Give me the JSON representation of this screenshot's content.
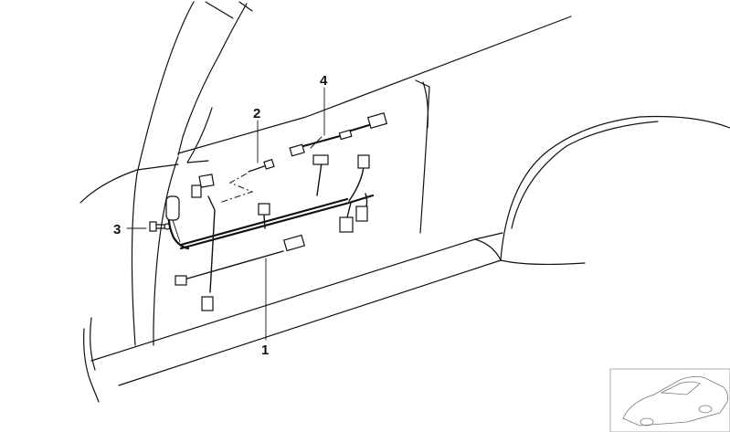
{
  "diagram": {
    "callouts": [
      {
        "id": "part-1",
        "label": "1"
      },
      {
        "id": "part-2",
        "label": "2"
      },
      {
        "id": "part-3",
        "label": "3"
      },
      {
        "id": "part-4",
        "label": "4"
      }
    ]
  }
}
